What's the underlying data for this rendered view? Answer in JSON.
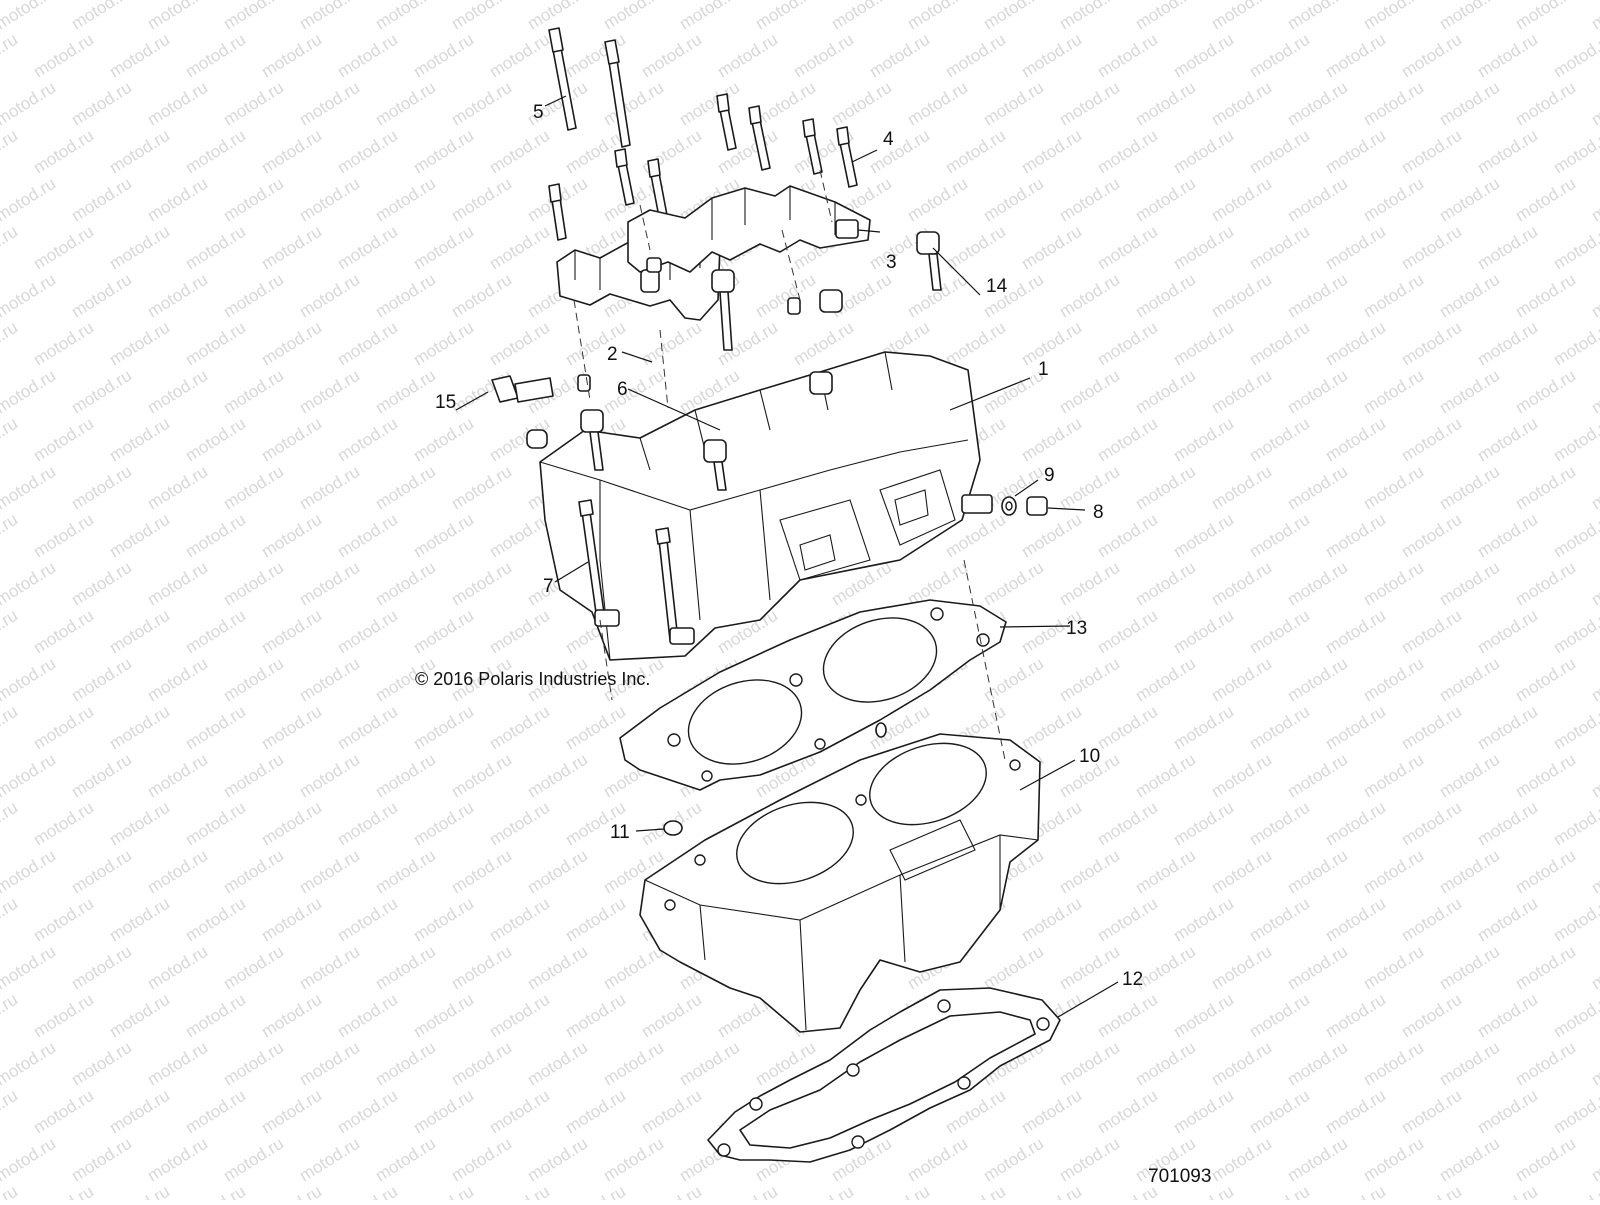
{
  "watermark": {
    "text": "motod.ru"
  },
  "copyright": "© 2016 Polaris Industries Inc.",
  "figure_id": "701093",
  "callouts": [
    "1",
    "2",
    "3",
    "4",
    "5",
    "6",
    "7",
    "8",
    "9",
    "10",
    "11",
    "12",
    "13",
    "14",
    "15"
  ]
}
